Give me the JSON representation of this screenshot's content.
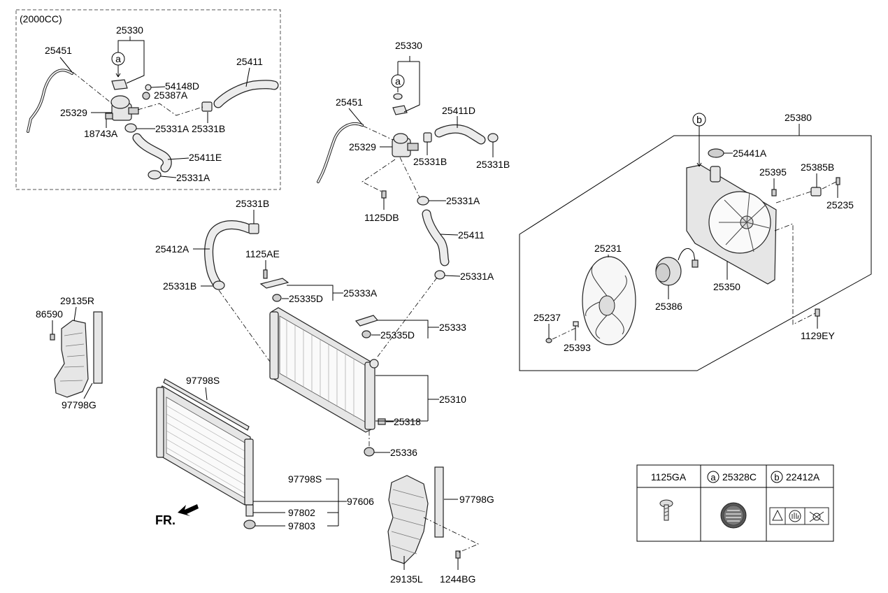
{
  "variant_label": "(2000CC)",
  "fr_label": "FR.",
  "labels": {
    "p25330_top": "25330",
    "p25451_top": "25451",
    "p54148D": "54148D",
    "p25387A": "25387A",
    "p25411_top": "25411",
    "p25329_top": "25329",
    "p25331A_top": "25331A",
    "p25331B_top": "25331B",
    "p18743A": "18743A",
    "p25411E": "25411E",
    "p25331A_top2": "25331A",
    "p25330_mid": "25330",
    "p25451_mid": "25451",
    "p25411D": "25411D",
    "p25329_mid": "25329",
    "p25331B_mid1": "25331B",
    "p25331B_mid2": "25331B",
    "p1125DB": "1125DB",
    "p25331A_mid": "25331A",
    "p25331B_up": "25331B",
    "p25412A": "25412A",
    "p25411_mid": "25411",
    "p1125AE": "1125AE",
    "p25331B_lo": "25331B",
    "p25333A": "25333A",
    "p25335D_1": "25335D",
    "p25331A_lo": "25331A",
    "p25333": "25333",
    "p25335D_2": "25335D",
    "p25310": "25310",
    "p25318": "25318",
    "p25336": "25336",
    "p29135R": "29135R",
    "p86590": "86590",
    "p97798G_l": "97798G",
    "p97798S_top": "97798S",
    "p97798S_lo": "97798S",
    "p97606": "97606",
    "p97802": "97802",
    "p97803": "97803",
    "p97798G_r": "97798G",
    "p29135L": "29135L",
    "p1244BG": "1244BG",
    "p25380": "25380",
    "p25441A": "25441A",
    "p25395": "25395",
    "p25385B": "25385B",
    "p25235": "25235",
    "p25231": "25231",
    "p25386": "25386",
    "p25350": "25350",
    "p25237": "25237",
    "p25393": "25393",
    "p1129EY": "1129EY"
  },
  "callouts": {
    "a_top": "a",
    "a_mid": "a",
    "b_fan": "b"
  },
  "legend": {
    "col1": {
      "part": "1125GA"
    },
    "col2": {
      "marker": "a",
      "part": "25328C"
    },
    "col3": {
      "marker": "b",
      "part": "22412A"
    }
  }
}
